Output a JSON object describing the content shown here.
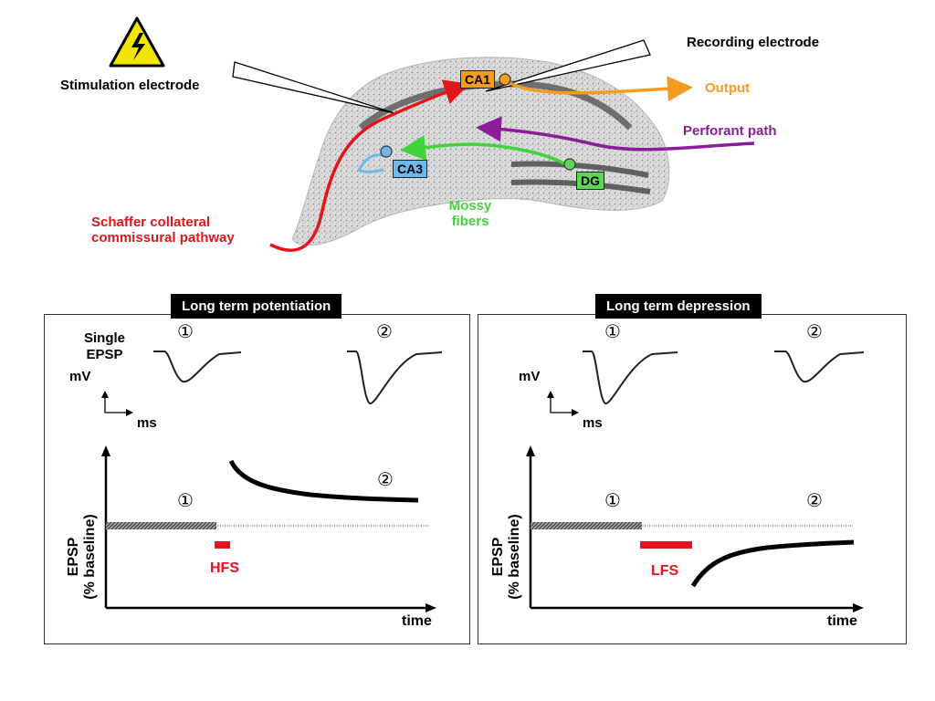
{
  "top": {
    "stimulation_label": "Stimulation electrode",
    "recording_label": "Recording electrode",
    "output_label": "Output",
    "perforant_label": "Perforant path",
    "mossy_label_1": "Mossy",
    "mossy_label_2": "fibers",
    "schaffer_label_1": "Schaffer collateral",
    "schaffer_label_2": "commissural pathway",
    "ca1": "CA1",
    "ca3": "CA3",
    "dg": "DG",
    "colors": {
      "schaffer": "#e3151a",
      "output": "#f39c1f",
      "perforant": "#8c1d9a",
      "mossy": "#3fd43a",
      "ca3_path": "#6fb8e8",
      "ca1_box": "#f39c1f",
      "ca3_box": "#6fb8e8",
      "dg_box": "#5fd65a",
      "warning": "#f2e600"
    }
  },
  "ltp": {
    "title": "Long term potentiation",
    "single_1": "Single",
    "single_2": "EPSP",
    "mv": "mV",
    "ms": "ms",
    "mark1_top": "①",
    "mark2_top": "②",
    "mark1_plot": "①",
    "mark2_plot": "②",
    "y_1": "EPSP",
    "y_2": "(% baseline)",
    "stim": "HFS",
    "x": "time"
  },
  "ltd": {
    "title": "Long term depression",
    "mv": "mV",
    "ms": "ms",
    "mark1_top": "①",
    "mark2_top": "②",
    "mark1_plot": "①",
    "mark2_plot": "②",
    "y_1": "EPSP",
    "y_2": "(% baseline)",
    "stim": "LFS",
    "x": "time"
  }
}
